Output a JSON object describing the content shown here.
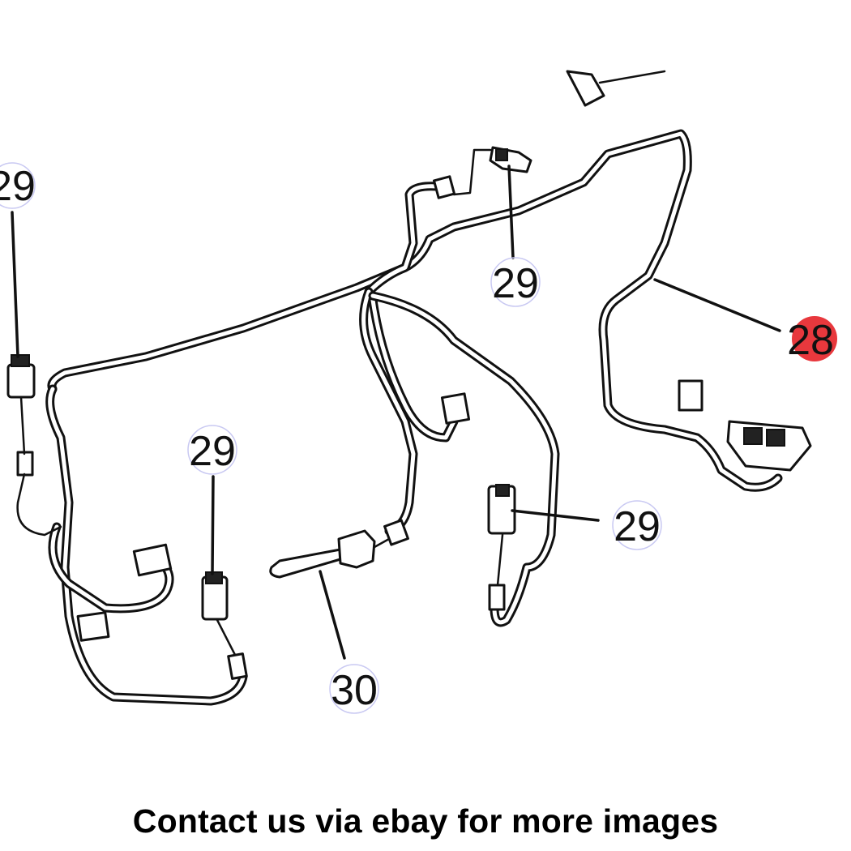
{
  "diagram": {
    "callouts": {
      "c29_left": "29",
      "c29_top": "29",
      "c28": "28",
      "c29_middle": "29",
      "c29_right": "29",
      "c30": "30"
    },
    "highlight_color": "#e8383d"
  },
  "caption": "Contact us via ebay for more images"
}
